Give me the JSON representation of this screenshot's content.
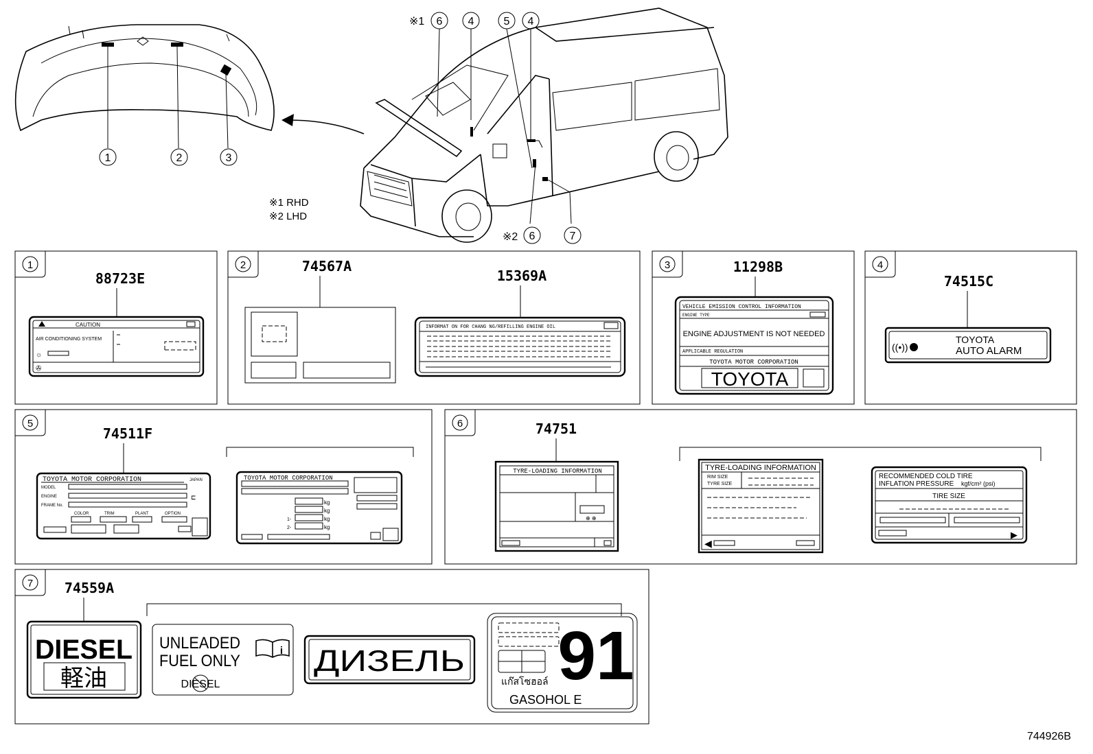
{
  "callouts": {
    "n1": "1",
    "n2": "2",
    "n3": "3",
    "n4": "4",
    "n5": "5",
    "n6": "6",
    "n7": "7",
    "note_mark_1": "※1",
    "note_mark_2": "※2"
  },
  "notes": {
    "rhd": "※1 RHD",
    "lhd": "※2 LHD"
  },
  "panels": {
    "p1": {
      "part": "88723E",
      "caution": "CAUTION",
      "ac_system": "AIR CONDITIONING SYSTEM"
    },
    "p2": {
      "part_a": "74567A",
      "part_b": "15369A",
      "oil_info": "INFORMAT ON FOR CHANG NG/REFILLING ENGINE OIL"
    },
    "p3": {
      "part": "11298B",
      "emission": "VEHICLE EMISSION CONTROL INFORMATION",
      "engine_type": "ENGINE TYPE",
      "adjust": "ENGINE ADJUSTMENT IS NOT NEEDED",
      "regulation": "APPLICABLE REGULATION",
      "corp": "TOYOTA MOTOR CORPORATION",
      "brand": "TOYOTA"
    },
    "p4": {
      "part": "74515C",
      "line1": "TOYOTA",
      "line2": "AUTO ALARM"
    },
    "p5": {
      "part": "74511F",
      "corp": "TOYOTA MOTOR CORPORATION",
      "japan": "JAPAN",
      "model": "MODEL",
      "engine": "ENGINE",
      "frame": "FRAME No.",
      "color": "COLOR",
      "trim": "TRIM",
      "plant": "PLANT",
      "option": "OPTION",
      "corp_b": "TOYOTA MOTOR CORPORATION",
      "kg1": "kg",
      "kg2": "kg",
      "kg3": "kg",
      "kg4": "kg",
      "axle1": "1-",
      "axle2": "2-"
    },
    "p6": {
      "part": "74751",
      "tyre_a": "TYRE-LOADING INFORMATION",
      "tyre_b": "TYRE-LOADING INFORMATION",
      "rim": "RIM SIZE",
      "tyre_size": "TYRE SIZE",
      "rec1": "RECOMMENDED COLD TIRE",
      "rec2": "INFLATION PRESSURE",
      "unit": "kgf/cm² (psi)",
      "tire_size": "TIRE SIZE"
    },
    "p7": {
      "part": "74559A",
      "diesel": "DIESEL",
      "diesel_jp": "軽油",
      "unleaded1": "UNLEADED",
      "unleaded2": "FUEL ONLY",
      "diesel_small": "DIESEL",
      "diesel_ru": "ДИЗЕЛЬ",
      "octane": "91",
      "thai": "แก๊สโซฮอล์",
      "gasohol": "GASOHOL  E"
    }
  },
  "diagram_id": "744926B"
}
